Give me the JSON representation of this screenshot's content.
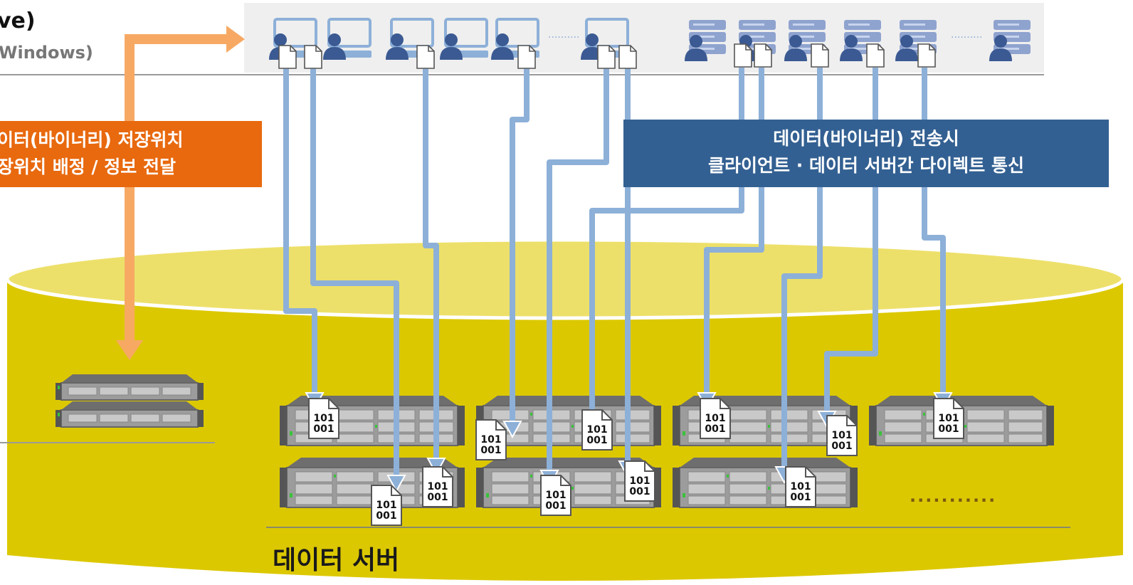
{
  "header": {
    "title_fragment": "ve)",
    "subtitle_fragment": "Windows)"
  },
  "metadata_callout": {
    "line1": "이터(바이너리) 저장위치",
    "line2": "장위치 배정 / 정보 전달",
    "color": "#e8690e"
  },
  "transfer_callout": {
    "line1": "데이터(바이너리) 전송시",
    "line2": "클라이언트 · 데이터 서버간 다이렉트 통신",
    "color": "#336092"
  },
  "data_server_label": "데이터 서버",
  "file_badge": {
    "line1": "101",
    "line2": "001"
  },
  "ellipsis": "...........",
  "colors": {
    "pool_top": "#ede06a",
    "pool_body": "#dcc800",
    "arrow_blue": "#8db0d8",
    "arrow_orange": "#f7a964",
    "client_icon": "#3b5a93",
    "server_icon": "#8fa3cf"
  },
  "icons": [
    "desktop-client-icon",
    "user-icon",
    "file-icon",
    "rack-server-icon",
    "storage-server-icon"
  ]
}
